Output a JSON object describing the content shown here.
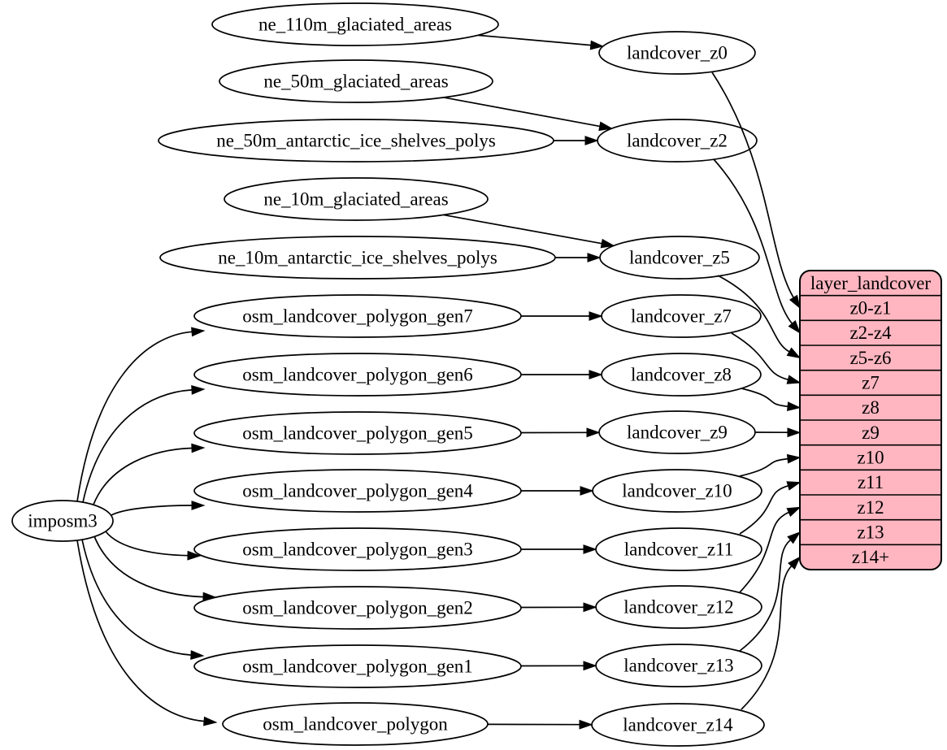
{
  "diagram": {
    "background": "#ffffff",
    "edge_color": "#000000",
    "node_fill": "#ffffff",
    "node_stroke": "#000000",
    "nodes": [
      {
        "id": "imposm3",
        "label": "imposm3"
      },
      {
        "id": "ne_110m_glaciated_areas",
        "label": "ne_110m_glaciated_areas"
      },
      {
        "id": "ne_50m_glaciated_areas",
        "label": "ne_50m_glaciated_areas"
      },
      {
        "id": "ne_50m_antarctic_ice_shelves_polys",
        "label": "ne_50m_antarctic_ice_shelves_polys"
      },
      {
        "id": "ne_10m_glaciated_areas",
        "label": "ne_10m_glaciated_areas"
      },
      {
        "id": "ne_10m_antarctic_ice_shelves_polys",
        "label": "ne_10m_antarctic_ice_shelves_polys"
      },
      {
        "id": "osm_landcover_polygon_gen7",
        "label": "osm_landcover_polygon_gen7"
      },
      {
        "id": "osm_landcover_polygon_gen6",
        "label": "osm_landcover_polygon_gen6"
      },
      {
        "id": "osm_landcover_polygon_gen5",
        "label": "osm_landcover_polygon_gen5"
      },
      {
        "id": "osm_landcover_polygon_gen4",
        "label": "osm_landcover_polygon_gen4"
      },
      {
        "id": "osm_landcover_polygon_gen3",
        "label": "osm_landcover_polygon_gen3"
      },
      {
        "id": "osm_landcover_polygon_gen2",
        "label": "osm_landcover_polygon_gen2"
      },
      {
        "id": "osm_landcover_polygon_gen1",
        "label": "osm_landcover_polygon_gen1"
      },
      {
        "id": "osm_landcover_polygon",
        "label": "osm_landcover_polygon"
      },
      {
        "id": "landcover_z0",
        "label": "landcover_z0"
      },
      {
        "id": "landcover_z2",
        "label": "landcover_z2"
      },
      {
        "id": "landcover_z5",
        "label": "landcover_z5"
      },
      {
        "id": "landcover_z7",
        "label": "landcover_z7"
      },
      {
        "id": "landcover_z8",
        "label": "landcover_z8"
      },
      {
        "id": "landcover_z9",
        "label": "landcover_z9"
      },
      {
        "id": "landcover_z10",
        "label": "landcover_z10"
      },
      {
        "id": "landcover_z11",
        "label": "landcover_z11"
      },
      {
        "id": "landcover_z12",
        "label": "landcover_z12"
      },
      {
        "id": "landcover_z13",
        "label": "landcover_z13"
      },
      {
        "id": "landcover_z14",
        "label": "landcover_z14"
      }
    ],
    "table": {
      "id": "layer_landcover",
      "title": "layer_landcover",
      "fill": "#ffb6c1",
      "stroke": "#000000",
      "rows": [
        "z0-z1",
        "z2-z4",
        "z5-z6",
        "z7",
        "z8",
        "z9",
        "z10",
        "z11",
        "z12",
        "z13",
        "z14+"
      ]
    },
    "edges": [
      {
        "from": "ne_110m_glaciated_areas",
        "to": "landcover_z0"
      },
      {
        "from": "ne_50m_glaciated_areas",
        "to": "landcover_z2"
      },
      {
        "from": "ne_50m_antarctic_ice_shelves_polys",
        "to": "landcover_z2"
      },
      {
        "from": "ne_10m_glaciated_areas",
        "to": "landcover_z5"
      },
      {
        "from": "ne_10m_antarctic_ice_shelves_polys",
        "to": "landcover_z5"
      },
      {
        "from": "osm_landcover_polygon_gen7",
        "to": "landcover_z7"
      },
      {
        "from": "osm_landcover_polygon_gen6",
        "to": "landcover_z8"
      },
      {
        "from": "osm_landcover_polygon_gen5",
        "to": "landcover_z9"
      },
      {
        "from": "osm_landcover_polygon_gen4",
        "to": "landcover_z10"
      },
      {
        "from": "osm_landcover_polygon_gen3",
        "to": "landcover_z11"
      },
      {
        "from": "osm_landcover_polygon_gen2",
        "to": "landcover_z12"
      },
      {
        "from": "osm_landcover_polygon_gen1",
        "to": "landcover_z13"
      },
      {
        "from": "osm_landcover_polygon",
        "to": "landcover_z14"
      },
      {
        "from": "imposm3",
        "to": "osm_landcover_polygon_gen7"
      },
      {
        "from": "imposm3",
        "to": "osm_landcover_polygon_gen6"
      },
      {
        "from": "imposm3",
        "to": "osm_landcover_polygon_gen5"
      },
      {
        "from": "imposm3",
        "to": "osm_landcover_polygon_gen4"
      },
      {
        "from": "imposm3",
        "to": "osm_landcover_polygon_gen3"
      },
      {
        "from": "imposm3",
        "to": "osm_landcover_polygon_gen2"
      },
      {
        "from": "imposm3",
        "to": "osm_landcover_polygon_gen1"
      },
      {
        "from": "imposm3",
        "to": "osm_landcover_polygon"
      },
      {
        "from": "landcover_z0",
        "to_row": "z0-z1"
      },
      {
        "from": "landcover_z2",
        "to_row": "z2-z4"
      },
      {
        "from": "landcover_z5",
        "to_row": "z5-z6"
      },
      {
        "from": "landcover_z7",
        "to_row": "z7"
      },
      {
        "from": "landcover_z8",
        "to_row": "z8"
      },
      {
        "from": "landcover_z9",
        "to_row": "z9"
      },
      {
        "from": "landcover_z10",
        "to_row": "z10"
      },
      {
        "from": "landcover_z11",
        "to_row": "z11"
      },
      {
        "from": "landcover_z12",
        "to_row": "z12"
      },
      {
        "from": "landcover_z13",
        "to_row": "z13"
      },
      {
        "from": "landcover_z14",
        "to_row": "z14+"
      }
    ]
  }
}
